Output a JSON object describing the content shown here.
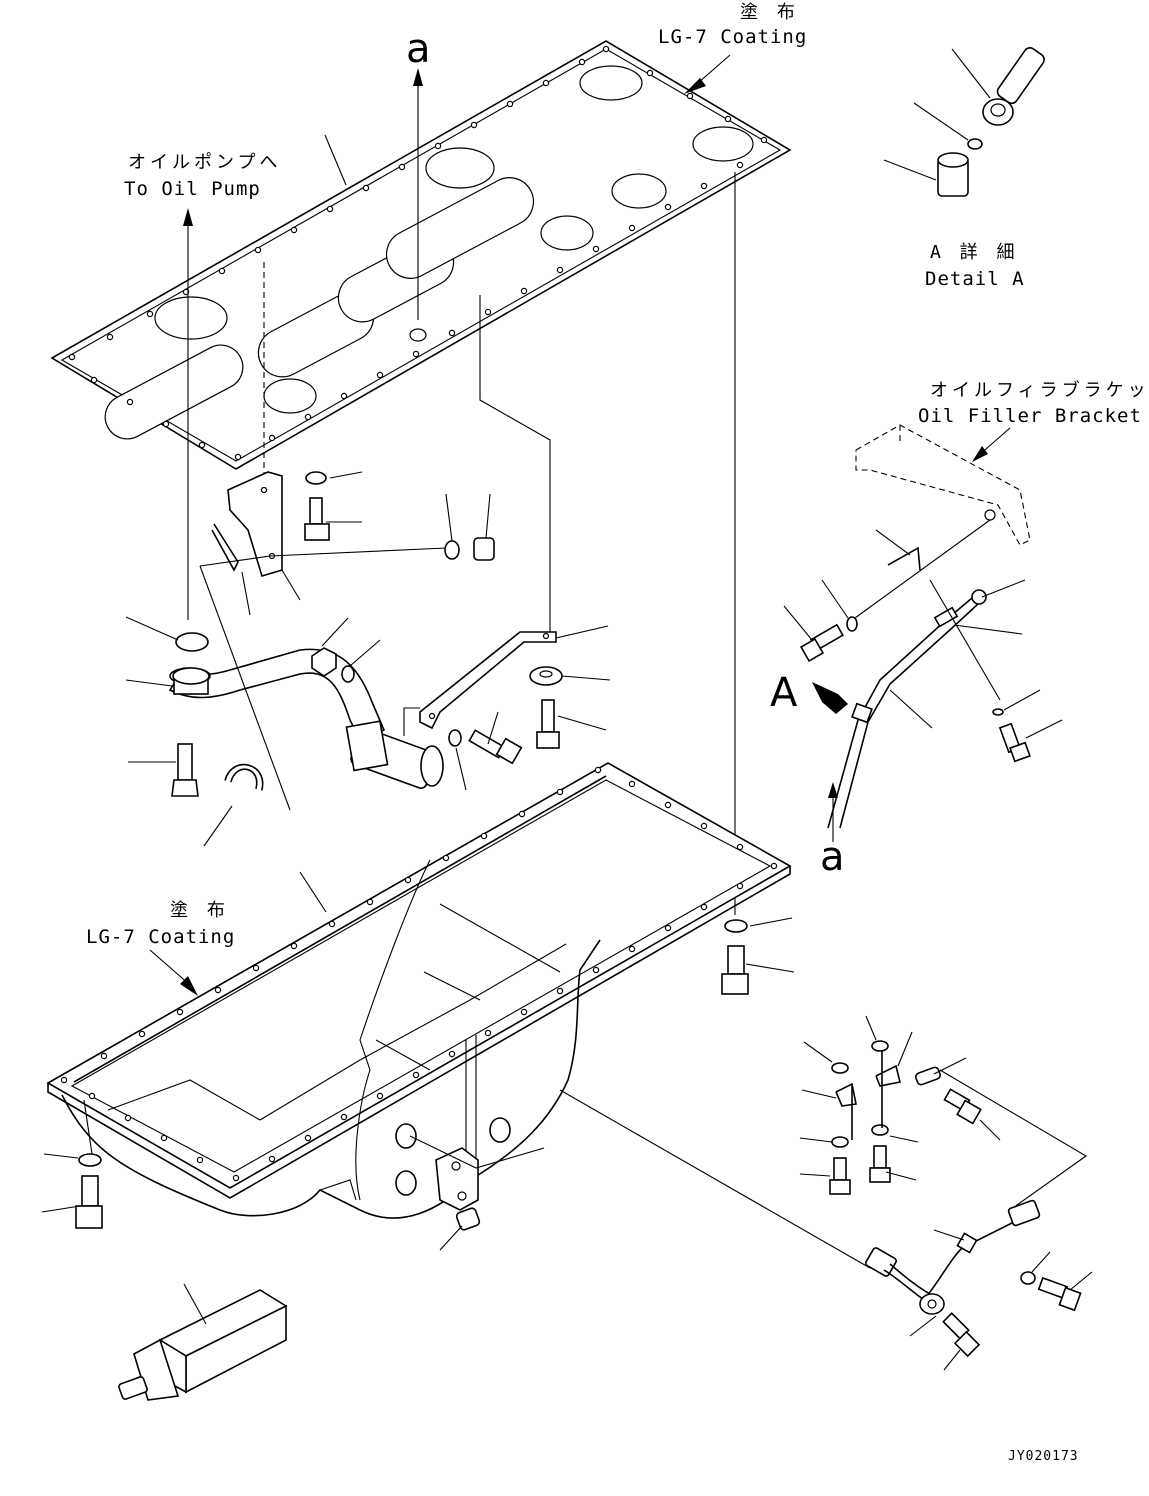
{
  "labels": {
    "coating_top_jp": "塗 布",
    "coating_top_en": "LG-7 Coating",
    "oil_pump_jp": "オイルポンプへ",
    "oil_pump_en": "To Oil Pump",
    "detail_a_jp": "A 詳 細",
    "detail_a_en": "Detail A",
    "filler_bracket_jp": "オイルフィラブラケット",
    "filler_bracket_en": "Oil Filler Bracket",
    "coating_pan_jp": "塗 布",
    "coating_pan_en": "LG-7 Coating",
    "ref_a_top": "a",
    "ref_a_bottom": "a",
    "view_a": "A",
    "drawing_code": "JY020173"
  }
}
